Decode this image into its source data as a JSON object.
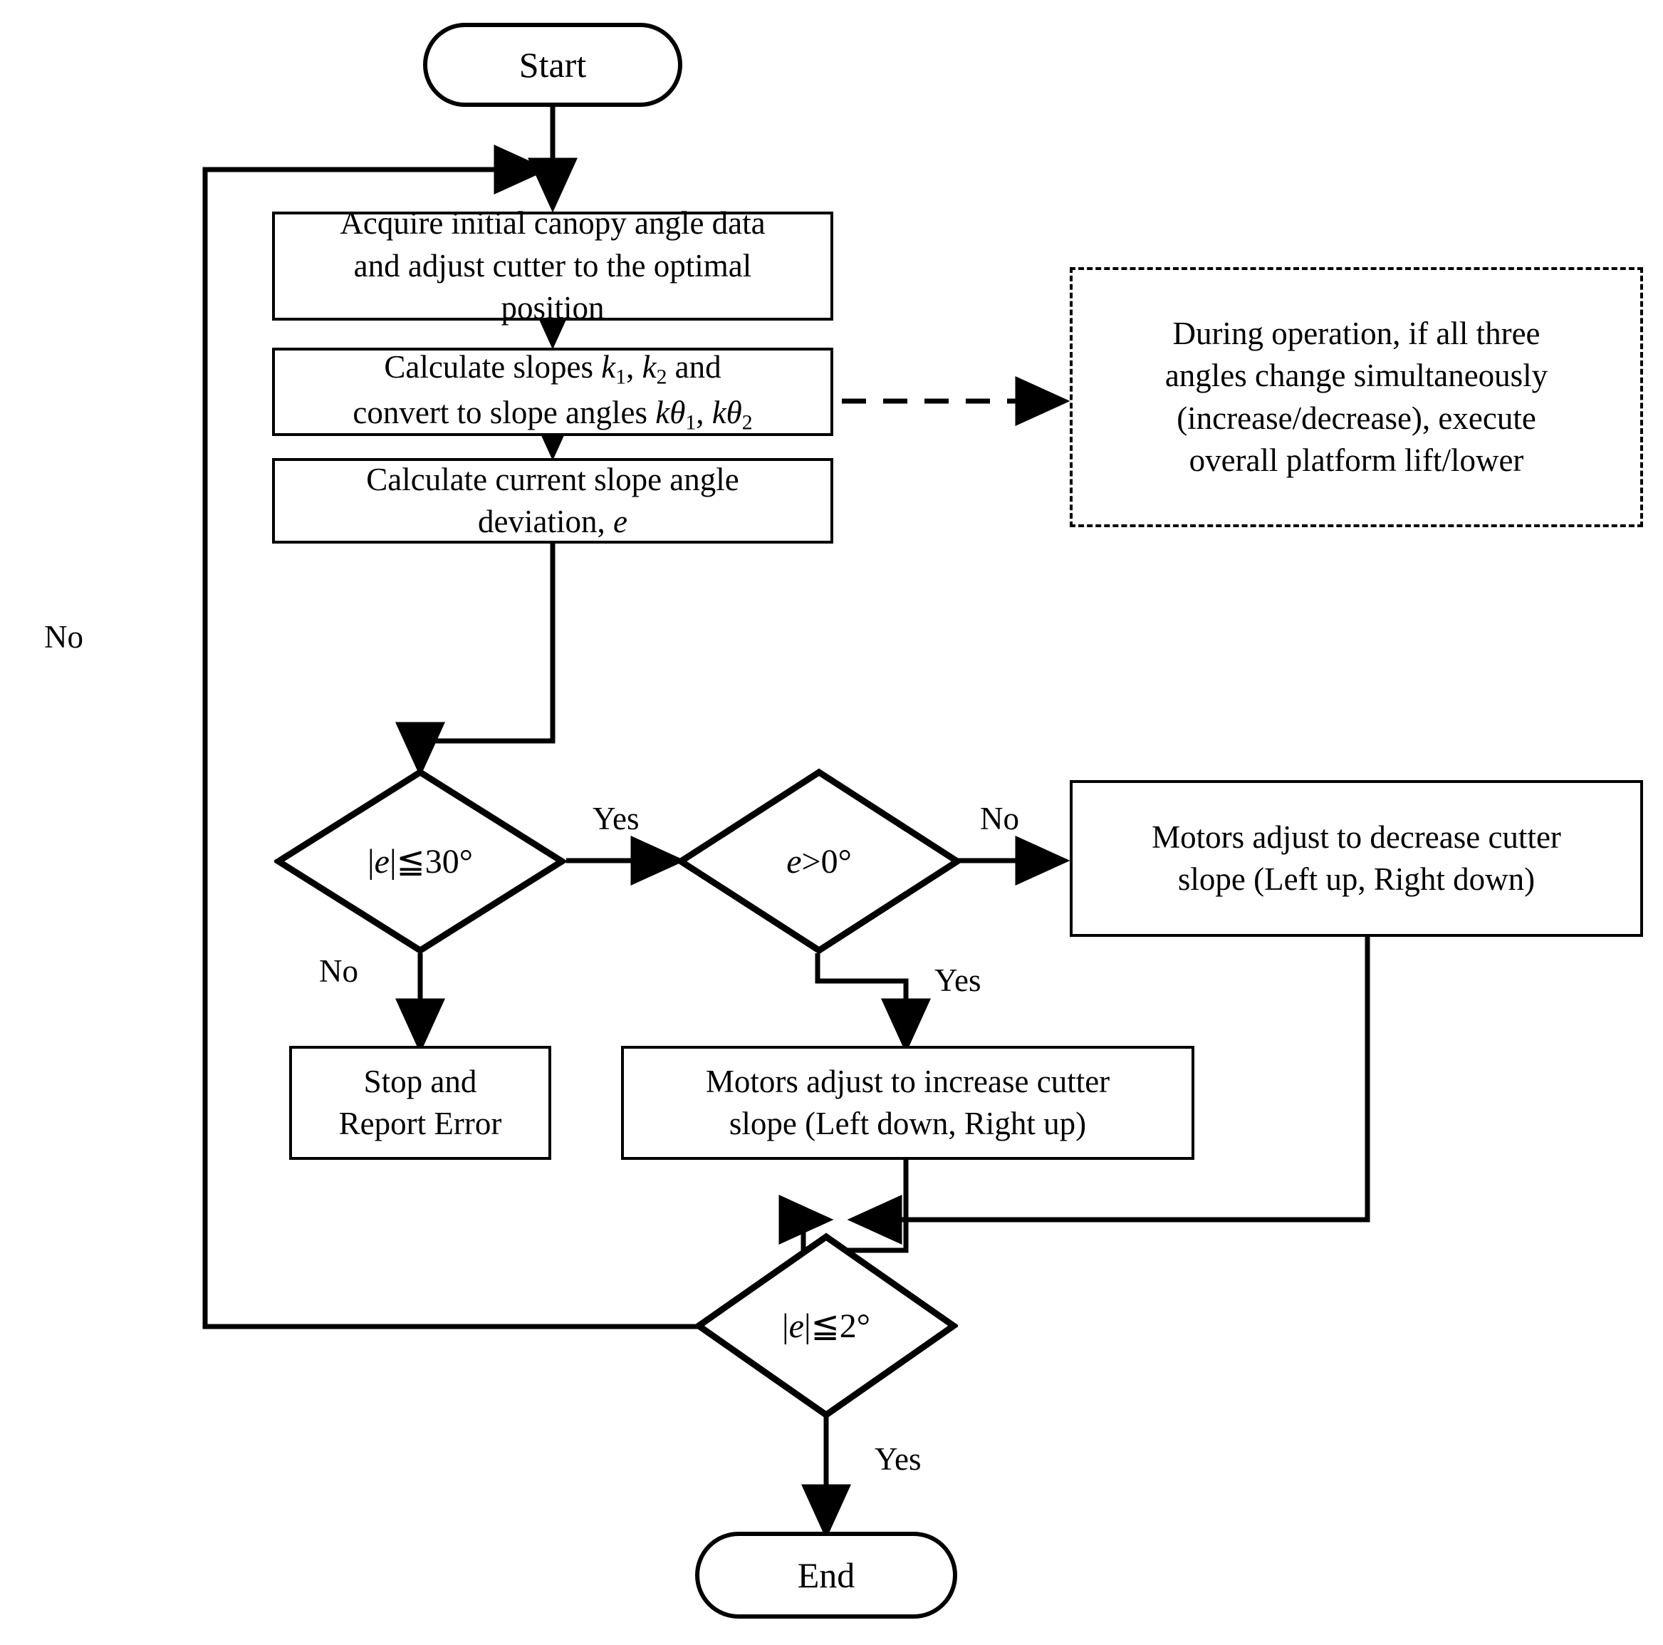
{
  "diagram": {
    "title": "Cutter slope auto-leveling control flowchart",
    "colors": {
      "stroke": "#000000",
      "fill": "#ffffff",
      "text": "#000000"
    },
    "nodes": {
      "start": {
        "label": "Start",
        "shape": "terminator"
      },
      "acquire": {
        "label": "Acquire initial canopy angle data and adjust cutter to the optimal position",
        "shape": "process"
      },
      "calc_slopes": {
        "label": "Calculate slopes k1, k2 and convert to slope angles kθ1, kθ2",
        "shape": "process"
      },
      "calc_dev": {
        "label": "Calculate current slope angle deviation, e",
        "shape": "process"
      },
      "dec_e30": {
        "label": "|e|≦30°",
        "shape": "decision"
      },
      "dec_epos": {
        "label": "e>0°",
        "shape": "decision"
      },
      "decrease": {
        "label": "Motors adjust to decrease cutter slope (Left up, Right down)",
        "shape": "process"
      },
      "increase": {
        "label": "Motors adjust to increase cutter slope (Left down, Right up)",
        "shape": "process"
      },
      "stop_err": {
        "label": "Stop and Report Error",
        "shape": "process"
      },
      "dec_e2": {
        "label": "|e|≦2°",
        "shape": "decision"
      },
      "end": {
        "label": "End",
        "shape": "terminator"
      },
      "note": {
        "label": "During operation, if all three angles change simultaneously (increase/decrease), execute overall platform lift/lower",
        "shape": "dashed-note"
      }
    },
    "node_text": {
      "start": "Start",
      "end": "End",
      "acquire_l1": "Acquire initial canopy angle data",
      "acquire_l2": "and adjust cutter to the optimal",
      "acquire_l3": "position",
      "calc_slopes_l1_a": "Calculate slopes ",
      "calc_slopes_l1_k1": "k",
      "calc_slopes_l1_sub1": "1",
      "calc_slopes_l1_sep": ", ",
      "calc_slopes_l1_k2": "k",
      "calc_slopes_l1_sub2": "2",
      "calc_slopes_l1_b": " and",
      "calc_slopes_l2_a": "convert to slope angles ",
      "calc_slopes_l2_k1": "kθ",
      "calc_slopes_l2_sub1": "1",
      "calc_slopes_l2_sep": ", ",
      "calc_slopes_l2_k2": "kθ",
      "calc_slopes_l2_sub2": "2",
      "calc_dev_l1": "Calculate current slope angle",
      "calc_dev_l2a": "deviation, ",
      "calc_dev_l2b": "e",
      "stop_err_l1": "Stop and",
      "stop_err_l2": "Report Error",
      "decrease_l1": "Motors adjust to decrease cutter",
      "decrease_l2": "slope (Left up, Right down)",
      "increase_l1": "Motors adjust to increase cutter",
      "increase_l2": "slope (Left down, Right up)",
      "note_l1": "During operation, if all three",
      "note_l2": "angles change simultaneously",
      "note_l3": "(increase/decrease), execute",
      "note_l4": "overall platform lift/lower",
      "dec_e30_e": "e",
      "dec_e30_rest": "|≦30°",
      "dec_e30_bar": "|",
      "dec_epos_e": "e",
      "dec_epos_rest": ">0°",
      "dec_e2_e": "e",
      "dec_e2_rest": "|≦2°",
      "dec_e2_bar": "|"
    },
    "edge_labels": {
      "e30_yes": "Yes",
      "e30_no": "No",
      "epos_no": "No",
      "epos_yes": "Yes",
      "e2_yes": "Yes",
      "e2_no": "No"
    },
    "edges": [
      {
        "from": "start",
        "to": "acquire",
        "label": ""
      },
      {
        "from": "acquire",
        "to": "calc_slopes",
        "label": ""
      },
      {
        "from": "acquire",
        "to": "note",
        "label": "",
        "style": "dashed"
      },
      {
        "from": "calc_slopes",
        "to": "calc_dev",
        "label": ""
      },
      {
        "from": "calc_dev",
        "to": "dec_e30",
        "label": ""
      },
      {
        "from": "dec_e30",
        "to": "dec_epos",
        "label": "Yes"
      },
      {
        "from": "dec_e30",
        "to": "stop_err",
        "label": "No"
      },
      {
        "from": "dec_epos",
        "to": "decrease",
        "label": "No"
      },
      {
        "from": "dec_epos",
        "to": "increase",
        "label": "Yes"
      },
      {
        "from": "increase",
        "to": "dec_e2",
        "label": ""
      },
      {
        "from": "decrease",
        "to": "dec_e2",
        "label": ""
      },
      {
        "from": "dec_e2",
        "to": "end",
        "label": "Yes"
      },
      {
        "from": "dec_e2",
        "to": "acquire",
        "label": "No"
      }
    ]
  }
}
